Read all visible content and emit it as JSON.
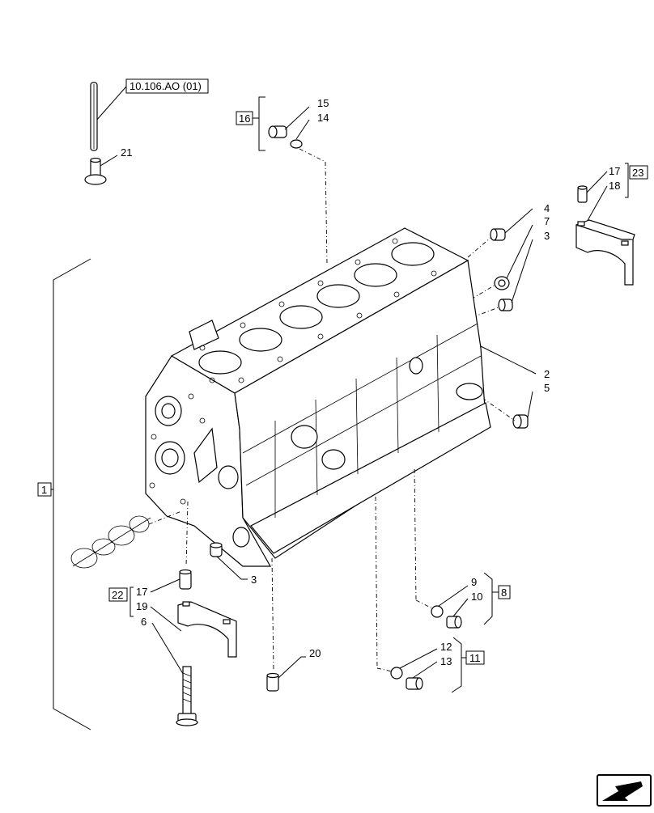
{
  "reference_label": "10.106.AO (01)",
  "callouts": {
    "c1": "1",
    "c2": "2",
    "c3a": "3",
    "c3b": "3",
    "c4": "4",
    "c5": "5",
    "c6": "6",
    "c7": "7",
    "c8": "8",
    "c9": "9",
    "c10": "10",
    "c11": "11",
    "c12": "12",
    "c13": "13",
    "c14": "14",
    "c15": "15",
    "c16": "16",
    "c17a": "17",
    "c17b": "17",
    "c18": "18",
    "c19": "19",
    "c20": "20",
    "c21": "21",
    "c22": "22",
    "c23": "23"
  },
  "icons": {
    "nav": "previous-page-arrow-icon"
  }
}
